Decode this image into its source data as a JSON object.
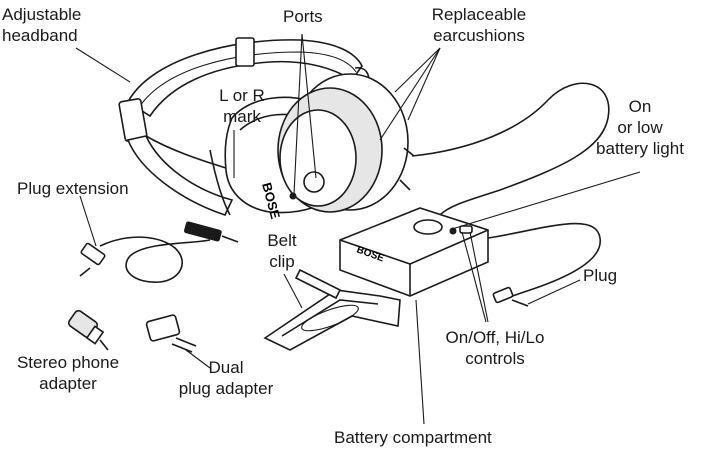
{
  "labels": {
    "headband": [
      "Adjustable",
      "headband"
    ],
    "ports": "Ports",
    "earcushions": [
      "Replaceable",
      "earcushions"
    ],
    "lr_mark": [
      "L or R",
      "mark"
    ],
    "battery_light": [
      "On",
      "or low",
      "battery light"
    ],
    "plug_extension": "Plug extension",
    "belt_clip": [
      "Belt",
      "clip"
    ],
    "plug": "Plug",
    "stereo_adapter": [
      "Stereo phone",
      "adapter"
    ],
    "dual_adapter": [
      "Dual",
      "plug adapter"
    ],
    "controls": [
      "On/Off, Hi/Lo",
      "controls"
    ],
    "battery_compartment": "Battery compartment"
  },
  "brand": "BOSE"
}
